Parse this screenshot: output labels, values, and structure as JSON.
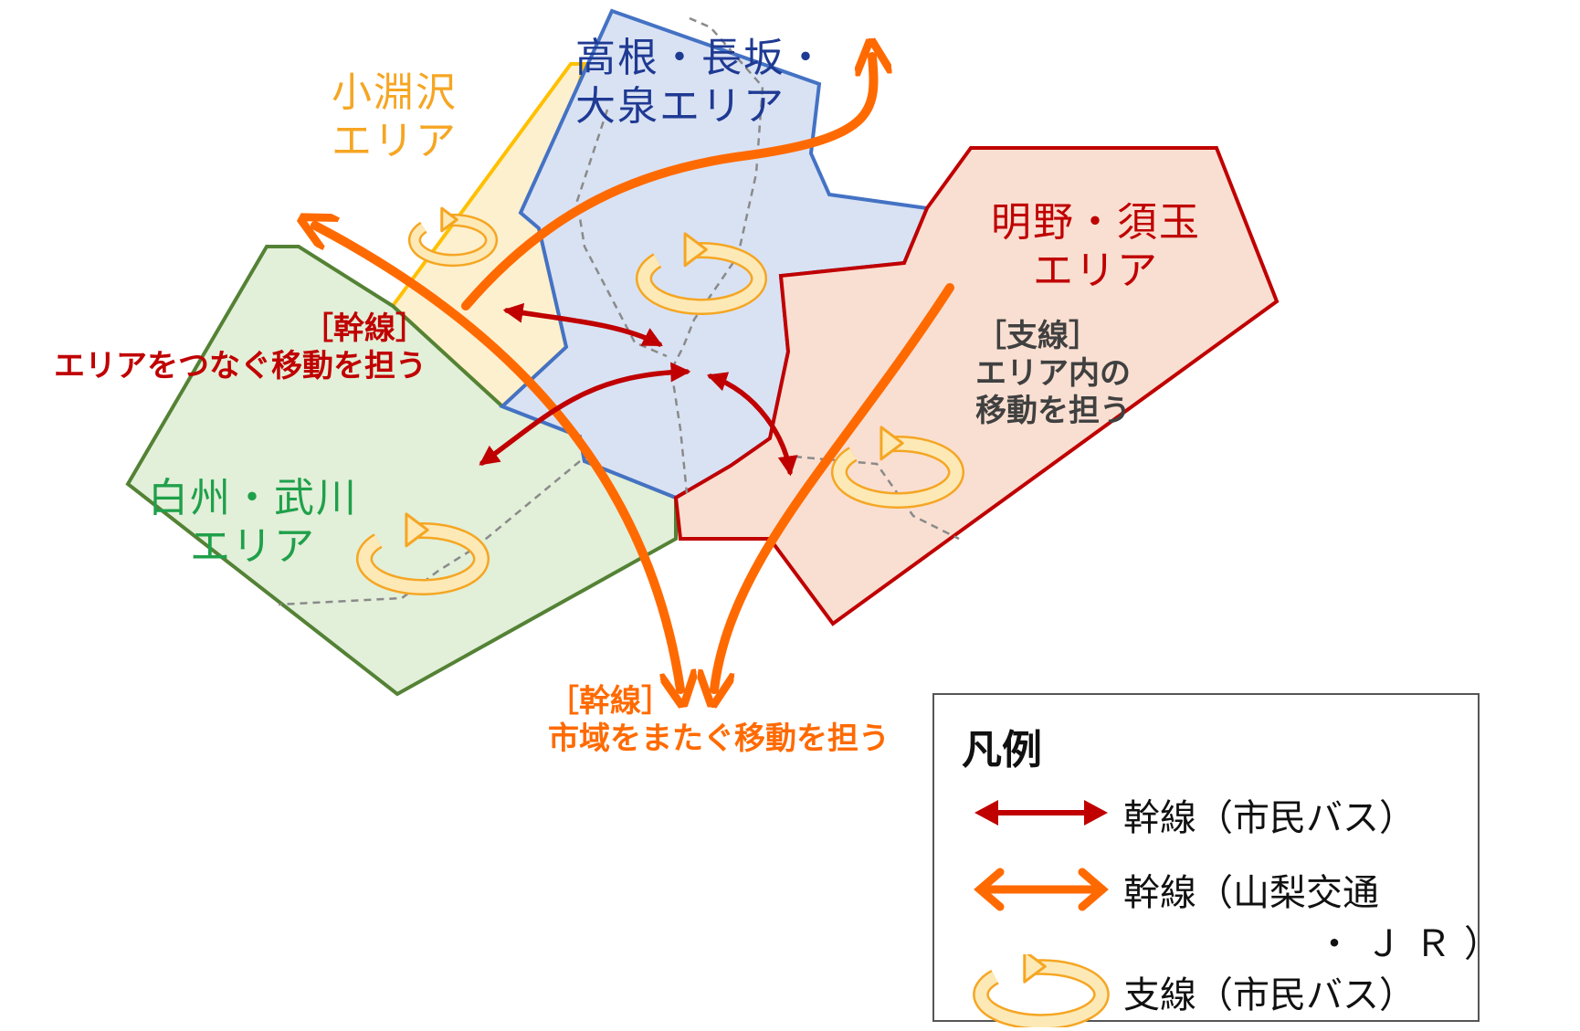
{
  "areas": {
    "kobuchizawa": {
      "name_line1": "小淵沢",
      "name_line2": "エリア",
      "color": "#f5a623"
    },
    "takane": {
      "name_line1": "高根・長坂・",
      "name_line2": "大泉エリア",
      "color": "#1f3a93"
    },
    "akeno": {
      "name_line1": "明野・須玉",
      "name_line2": "エリア",
      "color": "#c00000"
    },
    "hakushu": {
      "name_line1": "白州・武川",
      "name_line2": "エリア",
      "color": "#1fa04a"
    }
  },
  "notes": {
    "trunk_area": {
      "line1": "［幹線］",
      "line2": "エリアをつなぐ移動を担う",
      "color": "#c00000"
    },
    "branch": {
      "line1": "［支線］",
      "line2": "エリア内の",
      "line3": "移動を担う",
      "color": "#404040"
    },
    "trunk_region": {
      "line1": "［幹線］",
      "line2": "市域をまたぐ移動を担う",
      "color": "#ff6a00"
    }
  },
  "legend": {
    "title": "凡例",
    "items": [
      {
        "label": "幹線（市民バス）",
        "icon": "dark-red-double-arrow-icon",
        "color": "#c00000"
      },
      {
        "label_line1": "幹線（山梨交通",
        "label_line2": "・ＪＲ）",
        "icon": "orange-double-arrow-icon",
        "color": "#ff6a00"
      },
      {
        "label": "支線（市民バス）",
        "icon": "loop-arrow-icon",
        "color": "#f5b041"
      }
    ]
  },
  "colors": {
    "kobuchizawa_fill": "#fdf0cf",
    "kobuchizawa_stroke": "#ffc000",
    "takane_fill": "#d9e2f3",
    "takane_stroke": "#4472c4",
    "akeno_fill": "#f9dfd2",
    "akeno_stroke": "#c00000",
    "hakushu_fill": "#e2efd9",
    "hakushu_stroke": "#548235",
    "trunk_city": "#c00000",
    "trunk_region": "#ff6a00",
    "loop_fill": "#fde9b6",
    "loop_stroke": "#f5a623"
  }
}
